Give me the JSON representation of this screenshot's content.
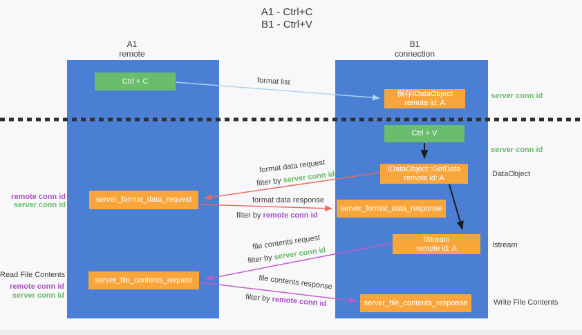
{
  "title": {
    "line1": "A1 - Ctrl+C",
    "line2": "B1 - Ctrl+V"
  },
  "lifelines": {
    "a": {
      "id": "A1",
      "name": "remote"
    },
    "b": {
      "id": "B1",
      "name": "connection"
    }
  },
  "nodes": {
    "ctrl_c": {
      "label": "Ctrl + C"
    },
    "save_dataobject": {
      "line1": "保存IDataObject",
      "line2": "remote id: A"
    },
    "ctrl_v": {
      "label": "Ctrl + V"
    },
    "getdata": {
      "line1": "IDataObject::GetData",
      "line2": "remote id: A"
    },
    "istream": {
      "line1": "IStream",
      "line2": "remote id: A"
    },
    "server_format_data_request": {
      "label": "server_format_data_request"
    },
    "server_format_data_response": {
      "label": "server_format_data_response"
    },
    "server_file_contents_request": {
      "label": "server_file_contents_request"
    },
    "server_file_contents_response": {
      "label": "server_file_contents_response"
    }
  },
  "labels": {
    "format_list": "format list",
    "format_data_request": "format data request",
    "format_data_response": "format data response",
    "file_contents_request": "file contents request",
    "file_contents_response": "file contents response",
    "filter_by": "filter by ",
    "server_conn_id": "server conn id",
    "remote_conn_id": "remote conn id",
    "dataobject": "DataObject",
    "istream": "Istream",
    "read_file_contents": "Read File Contents",
    "write_file_contents": "Write File Contents"
  },
  "colors": {
    "lifeline_blue": "#4a7fd4",
    "node_green": "#69bd6d",
    "node_orange": "#f8a63c",
    "arrow_salmon": "#ed6a5f",
    "arrow_magenta": "#c05cc8",
    "arrow_lightblue": "#a9d5f2",
    "arrow_black": "#1c1c1c",
    "text_green": "#67bb67",
    "text_purple": "#aa4fc2",
    "divider_dark": "#2e2e2e"
  }
}
